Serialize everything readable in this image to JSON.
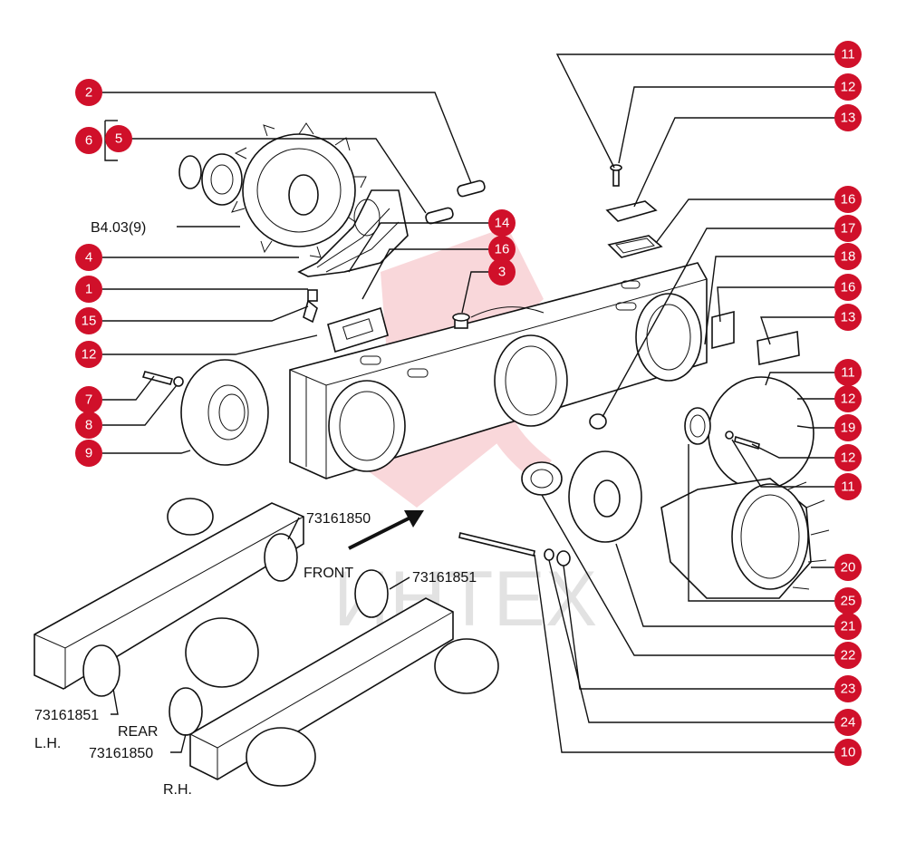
{
  "colors": {
    "callout": "#d0102a",
    "watermark": "#f3b6bb",
    "line": "#111111"
  },
  "callouts": [
    {
      "id": "c-left-2",
      "n": "2"
    },
    {
      "id": "c-left-6",
      "n": "6"
    },
    {
      "id": "c-left-5",
      "n": "5"
    },
    {
      "id": "c-left-4",
      "n": "4"
    },
    {
      "id": "c-left-1",
      "n": "1"
    },
    {
      "id": "c-left-15",
      "n": "15"
    },
    {
      "id": "c-left-12",
      "n": "12"
    },
    {
      "id": "c-left-7",
      "n": "7"
    },
    {
      "id": "c-left-8",
      "n": "8"
    },
    {
      "id": "c-left-9",
      "n": "9"
    },
    {
      "id": "c-mid-14",
      "n": "14"
    },
    {
      "id": "c-mid-16",
      "n": "16"
    },
    {
      "id": "c-mid-3",
      "n": "3"
    },
    {
      "id": "c-r-11a",
      "n": "11"
    },
    {
      "id": "c-r-12a",
      "n": "12"
    },
    {
      "id": "c-r-13a",
      "n": "13"
    },
    {
      "id": "c-r-16a",
      "n": "16"
    },
    {
      "id": "c-r-17",
      "n": "17"
    },
    {
      "id": "c-r-18",
      "n": "18"
    },
    {
      "id": "c-r-16b",
      "n": "16"
    },
    {
      "id": "c-r-13b",
      "n": "13"
    },
    {
      "id": "c-r-11b",
      "n": "11"
    },
    {
      "id": "c-r-12b",
      "n": "12"
    },
    {
      "id": "c-r-19",
      "n": "19"
    },
    {
      "id": "c-r-12c",
      "n": "12"
    },
    {
      "id": "c-r-11c",
      "n": "11"
    },
    {
      "id": "c-r-20",
      "n": "20"
    },
    {
      "id": "c-r-25",
      "n": "25"
    },
    {
      "id": "c-r-21",
      "n": "21"
    },
    {
      "id": "c-r-22",
      "n": "22"
    },
    {
      "id": "c-r-23",
      "n": "23"
    },
    {
      "id": "c-r-24",
      "n": "24"
    },
    {
      "id": "c-r-10",
      "n": "10"
    }
  ],
  "labels": {
    "ref_b403": "B4.03(9)",
    "part_a_upper": "73161850",
    "front": "FRONT",
    "part_b_upper": "73161851",
    "part_b_lower": "73161851",
    "rear": "REAR",
    "lh": "L.H.",
    "part_a_lower": "73161850",
    "rh": "R.H."
  },
  "watermark": "ИНТЕХ"
}
